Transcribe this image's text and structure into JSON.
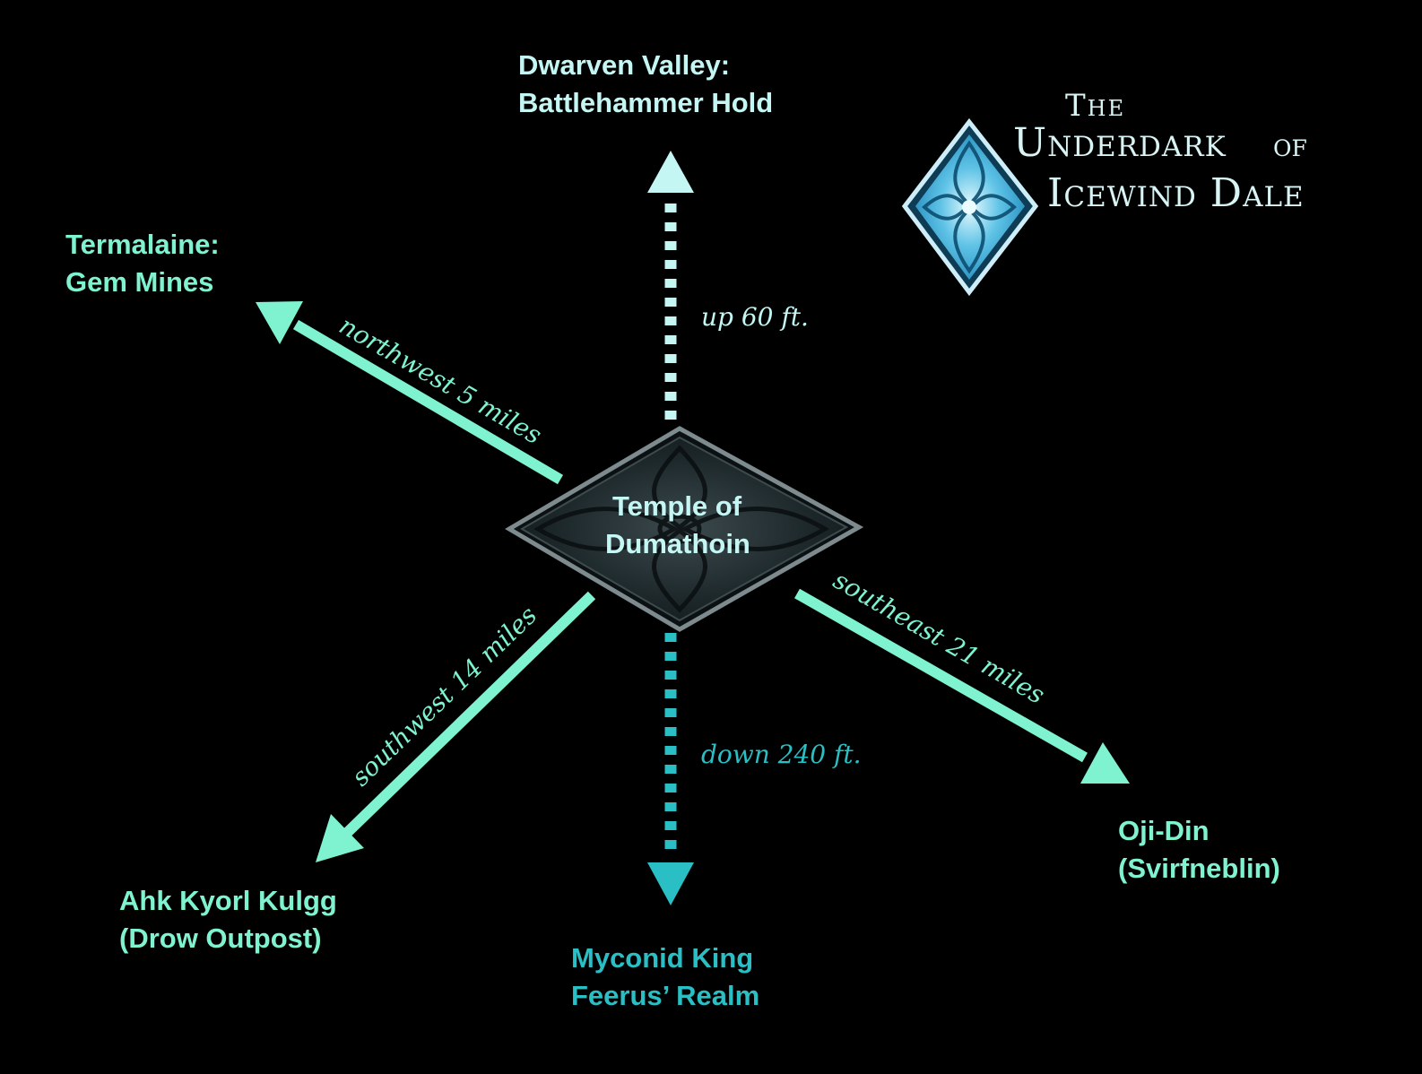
{
  "colors": {
    "background": "#000000",
    "mint": "#7ff3d0",
    "pale_cyan": "#c4f6f4",
    "teal": "#2abfc4",
    "logo_text": "#d9f4f4"
  },
  "logo": {
    "line1": "The",
    "line2": "Underdark",
    "line2b": "of",
    "line3": "Icewind Dale",
    "icon": "ornate-ice-diamond-icon"
  },
  "center": {
    "line1": "Temple of",
    "line2": "Dumathoin",
    "icon": "ornate-stone-diamond-icon"
  },
  "destinations": {
    "north": {
      "line1": "Dwarven Valley:",
      "line2": "Battlehammer Hold",
      "distance": "up 60 ft."
    },
    "northwest": {
      "line1": "Termalaine:",
      "line2": "Gem Mines",
      "distance": "northwest 5 miles"
    },
    "southeast": {
      "line1": "Oji-Din",
      "line2": "(Svirfneblin)",
      "distance": "southeast 21 miles"
    },
    "southwest": {
      "line1": "Ahk Kyorl Kulgg",
      "line2": "(Drow Outpost)",
      "distance": "southwest 14 miles"
    },
    "south": {
      "line1": "Myconid King",
      "line2": "Feerus’ Realm",
      "distance": "down 240 ft."
    }
  }
}
